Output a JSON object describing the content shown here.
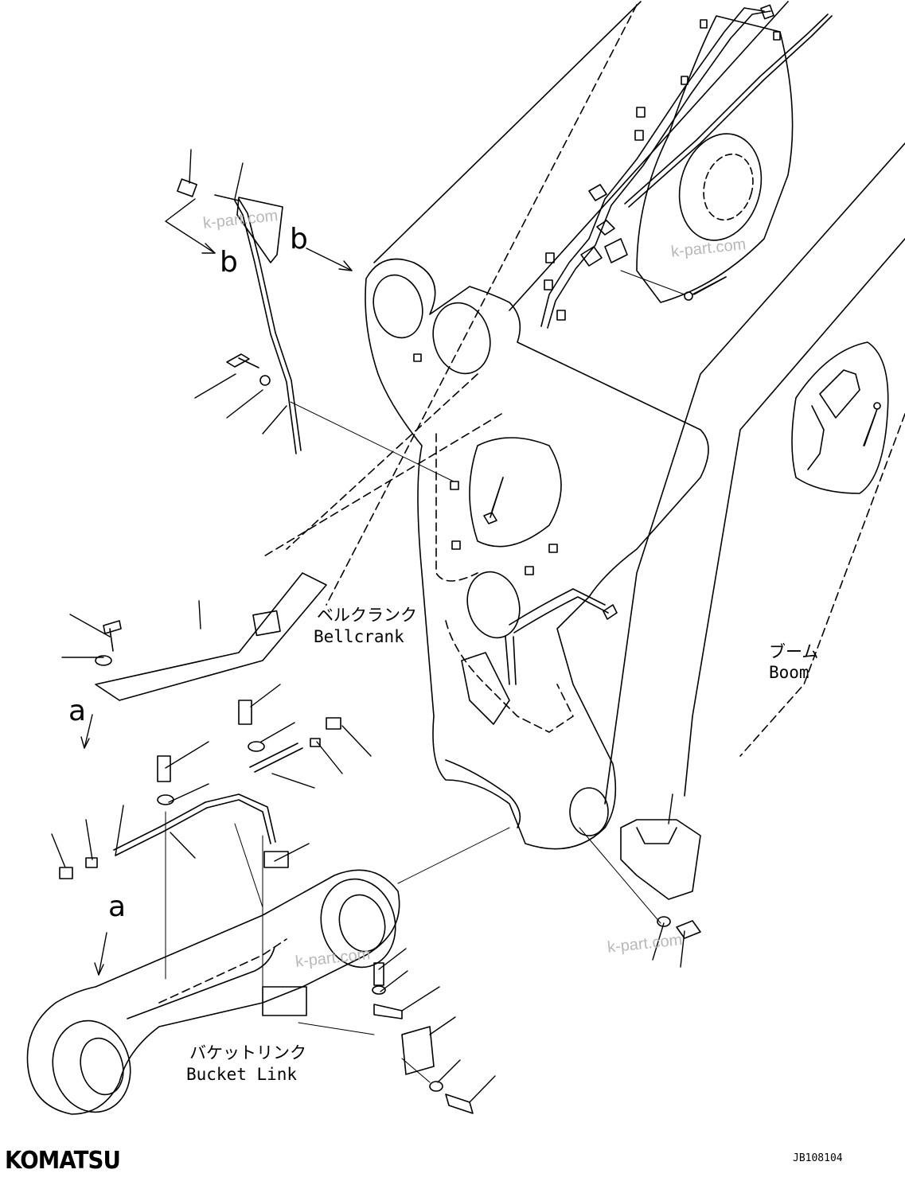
{
  "labels": {
    "bellcrank_jp": "ベルクランク",
    "bellcrank_en": "Bellcrank",
    "boom_jp": "ブーム",
    "boom_en": "Boom",
    "bucket_link_jp": "バケットリンク",
    "bucket_link_en": "Bucket Link"
  },
  "view_letters": {
    "b_upper": "b",
    "b_mid": "b",
    "a_upper": "a",
    "a_lower": "a"
  },
  "watermark": "k-part.com",
  "brand": "KOMATSU",
  "drawing_code": "JB108104",
  "colors": {
    "ink": "#000000",
    "watermark": "#b8b8b8"
  }
}
